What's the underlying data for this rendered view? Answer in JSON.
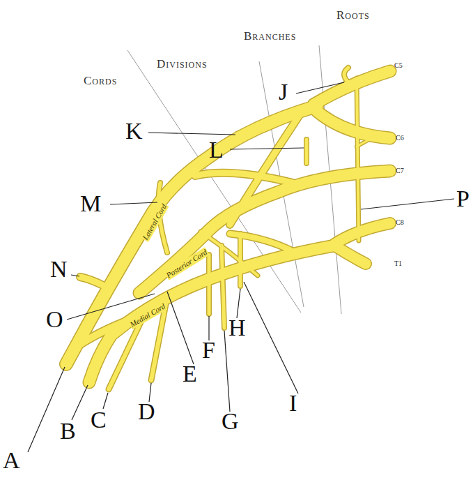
{
  "diagram": {
    "labels": [
      "Roots",
      "Branches",
      "Divisions",
      "Cords",
      "J",
      "K",
      "L",
      "M",
      "P",
      "N",
      "O",
      "A",
      "B",
      "C",
      "D",
      "E",
      "F",
      "G",
      "H",
      "I",
      "C5",
      "C6",
      "C7",
      "C8",
      "T1",
      "Lateral Cord",
      "Posterior Cord",
      "Medial Cord"
    ]
  }
}
